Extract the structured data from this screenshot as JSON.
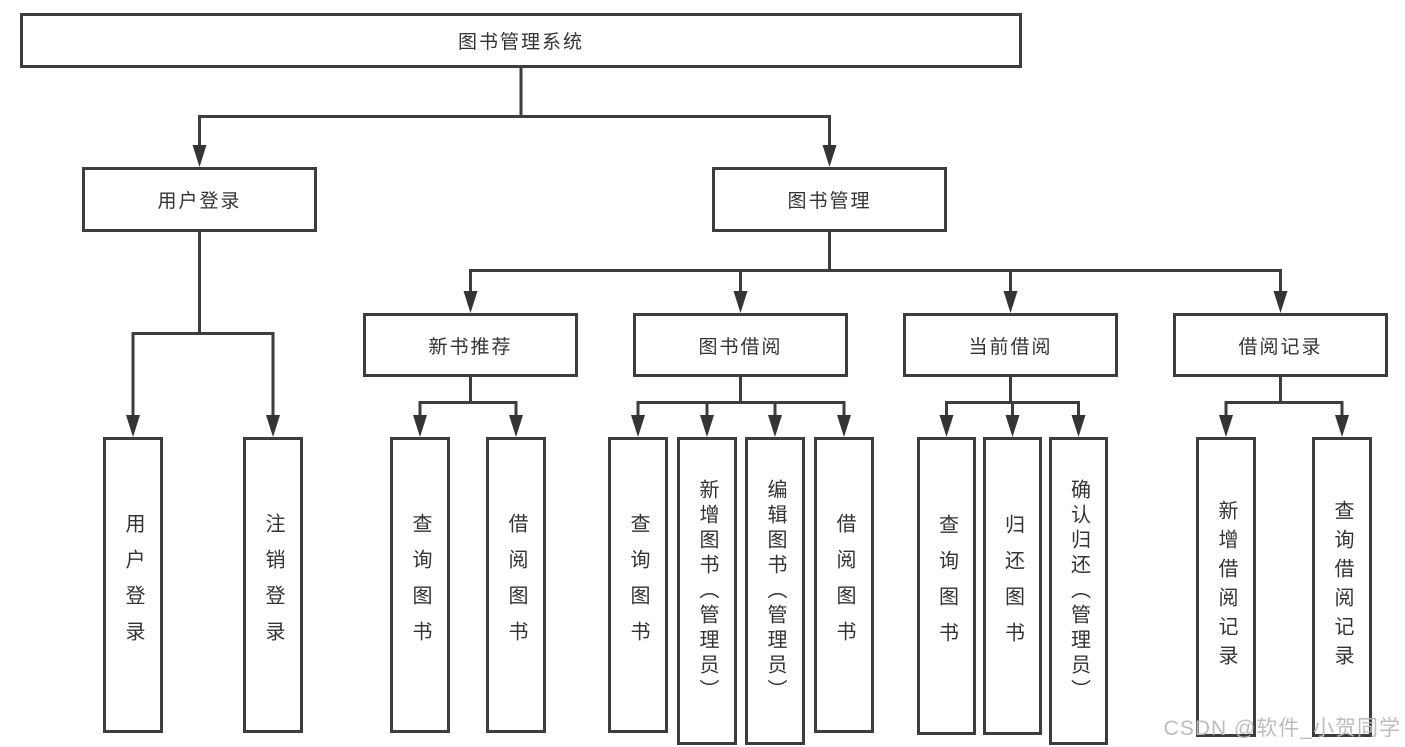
{
  "root": {
    "label": "图书管理系统"
  },
  "userLogin": {
    "label": "用户登录",
    "children": [
      {
        "label": "用户登录"
      },
      {
        "label": "注销登录"
      }
    ]
  },
  "bookMgmt": {
    "label": "图书管理"
  },
  "sections": [
    {
      "label": "新书推荐",
      "children": [
        {
          "label": "查询图书"
        },
        {
          "label": "借阅图书"
        }
      ]
    },
    {
      "label": "图书借阅",
      "children": [
        {
          "label": "查询图书"
        },
        {
          "label": "新增图书（管理员）"
        },
        {
          "label": "编辑图书（管理员）"
        },
        {
          "label": "借阅图书"
        }
      ]
    },
    {
      "label": "当前借阅",
      "children": [
        {
          "label": "查询图书"
        },
        {
          "label": "归还图书"
        },
        {
          "label": "确认归还（管理员）"
        }
      ]
    },
    {
      "label": "借阅记录",
      "children": [
        {
          "label": "新增借阅记录"
        },
        {
          "label": "查询借阅记录"
        }
      ]
    }
  ],
  "watermark": "CSDN @软件_小贺同学",
  "colors": {
    "line": "#3d3d3d",
    "text": "#333333",
    "watermark": "#b9b9b9",
    "background": "#ffffff"
  }
}
